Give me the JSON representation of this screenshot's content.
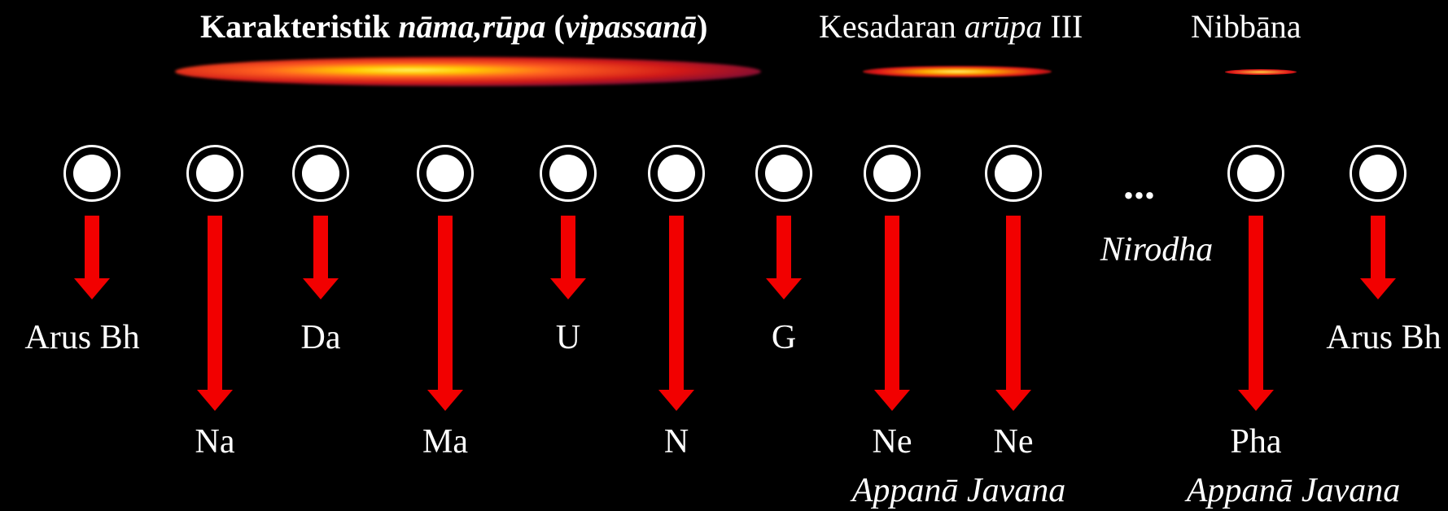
{
  "header": {
    "phase1_bold": "Karakteristik ",
    "phase1_italic": "nāma,rūpa",
    "phase1_bold2": " (",
    "phase1_italic2": "vipassanā",
    "phase1_close": ")",
    "phase2_text": "Kesadaran ",
    "phase2_italic": "arūpa",
    "phase2_suffix": " III",
    "phase3": "Nibbāna"
  },
  "moments": [
    {
      "label": "Arus Bh",
      "row": "upper"
    },
    {
      "label": "Na",
      "row": "lower"
    },
    {
      "label": "Da",
      "row": "upper"
    },
    {
      "label": "Ma",
      "row": "lower"
    },
    {
      "label": "U",
      "row": "upper"
    },
    {
      "label": "N",
      "row": "lower"
    },
    {
      "label": "G",
      "row": "upper"
    },
    {
      "label": "Ne",
      "row": "lower"
    },
    {
      "label": "Ne",
      "row": "lower"
    },
    {
      "label": "Pha",
      "row": "lower"
    },
    {
      "label": "Arus Bh",
      "row": "upper"
    }
  ],
  "ellipsis": "...",
  "nirodha": "Nirodha",
  "appana1": "Appanā Javana",
  "appana2": "Appanā Javana",
  "colors": {
    "arrow": "#f20000",
    "background": "#000000",
    "text": "#ffffff"
  }
}
